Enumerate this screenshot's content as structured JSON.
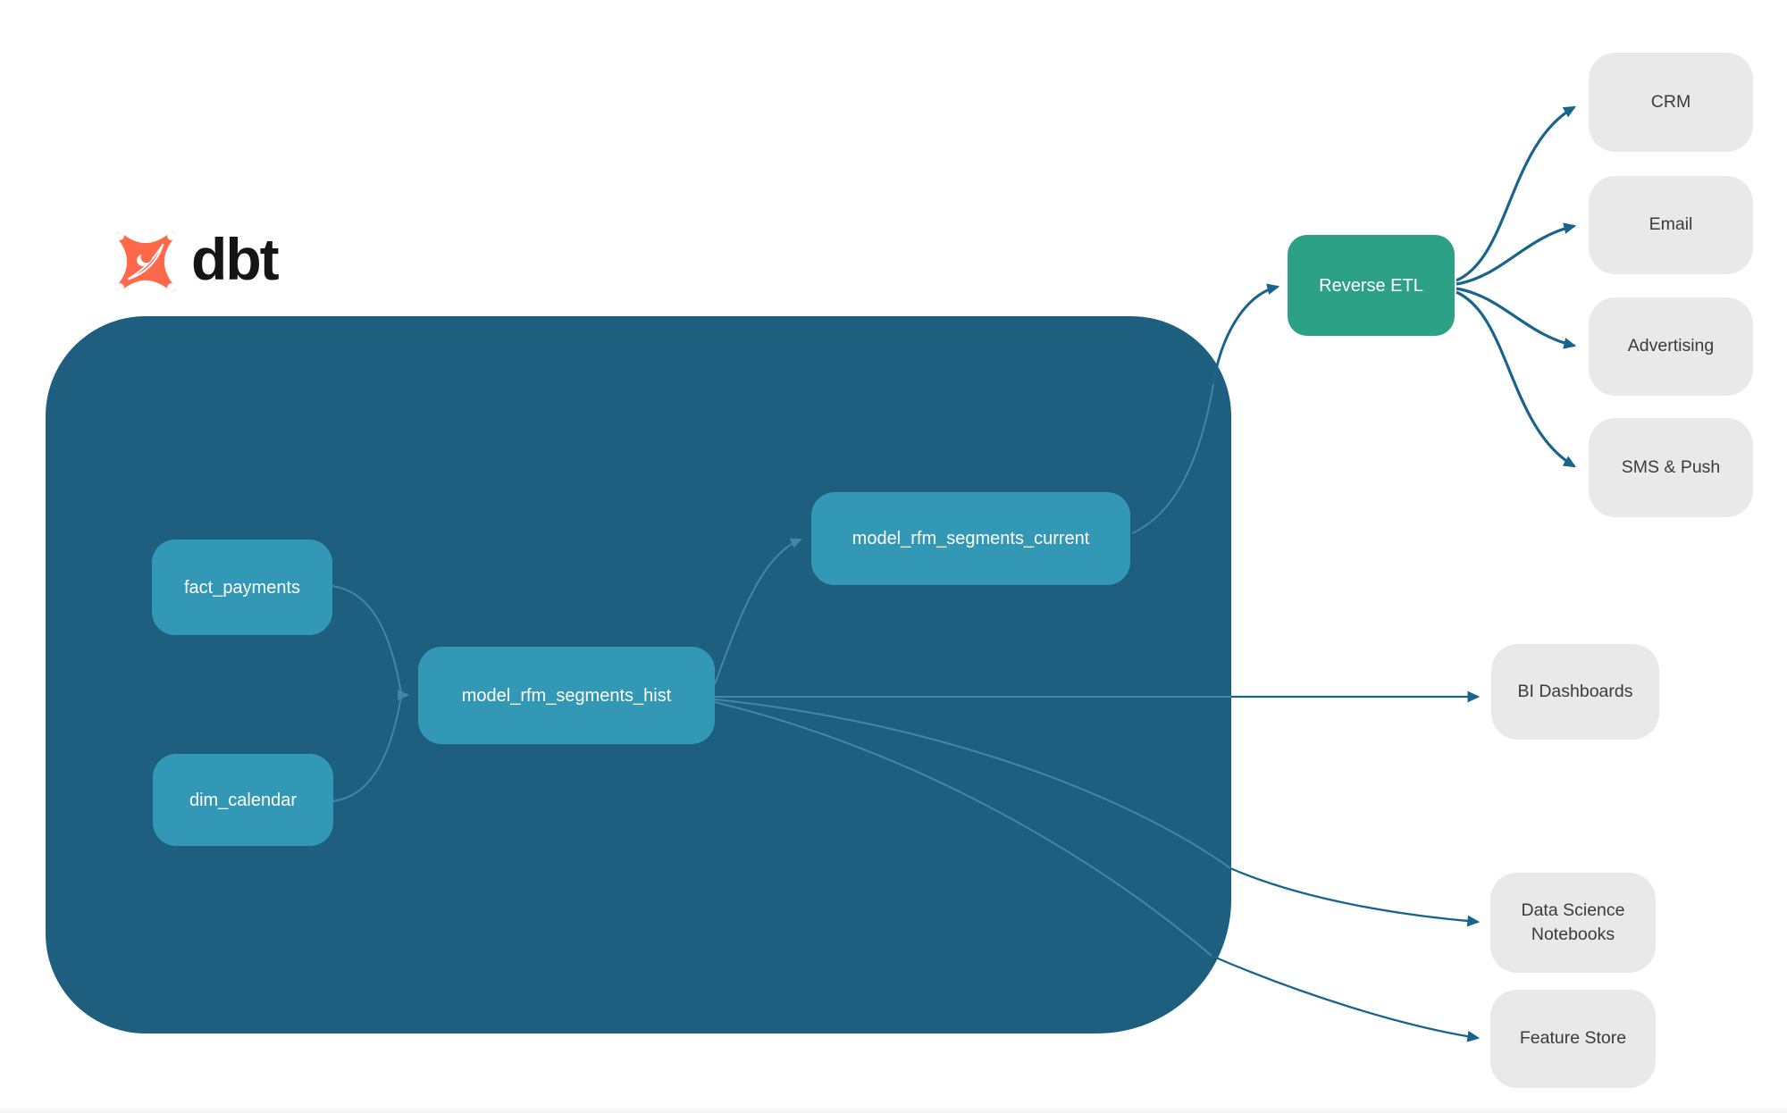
{
  "brand": {
    "name": "dbt"
  },
  "warehouse": {
    "sources": [
      {
        "label": "fact_payments"
      },
      {
        "label": "dim_calendar"
      }
    ],
    "models": [
      {
        "label": "model_rfm_segments_hist"
      },
      {
        "label": "model_rfm_segments_current"
      }
    ]
  },
  "reverse_etl": {
    "label": "Reverse ETL"
  },
  "activation_destinations": [
    {
      "label": "CRM"
    },
    {
      "label": "Email"
    },
    {
      "label": "Advertising"
    },
    {
      "label": "SMS & Push"
    }
  ],
  "analytics_destinations": [
    {
      "label": "BI Dashboards"
    },
    {
      "label": "Data Science Notebooks"
    },
    {
      "label": "Feature Store"
    }
  ],
  "colors": {
    "warehouse_background": "#1E5E7E",
    "model_node": "#3398B5",
    "reverse_etl_node": "#2CA185",
    "destination_node": "#E9E9E9",
    "edge_inside_warehouse": "#4089A6",
    "edge_outside_warehouse": "#19648C",
    "logo_orange": "#FF694B",
    "node_text_light": "#FFFFFF",
    "node_text_dark": "#3B3B3B"
  }
}
